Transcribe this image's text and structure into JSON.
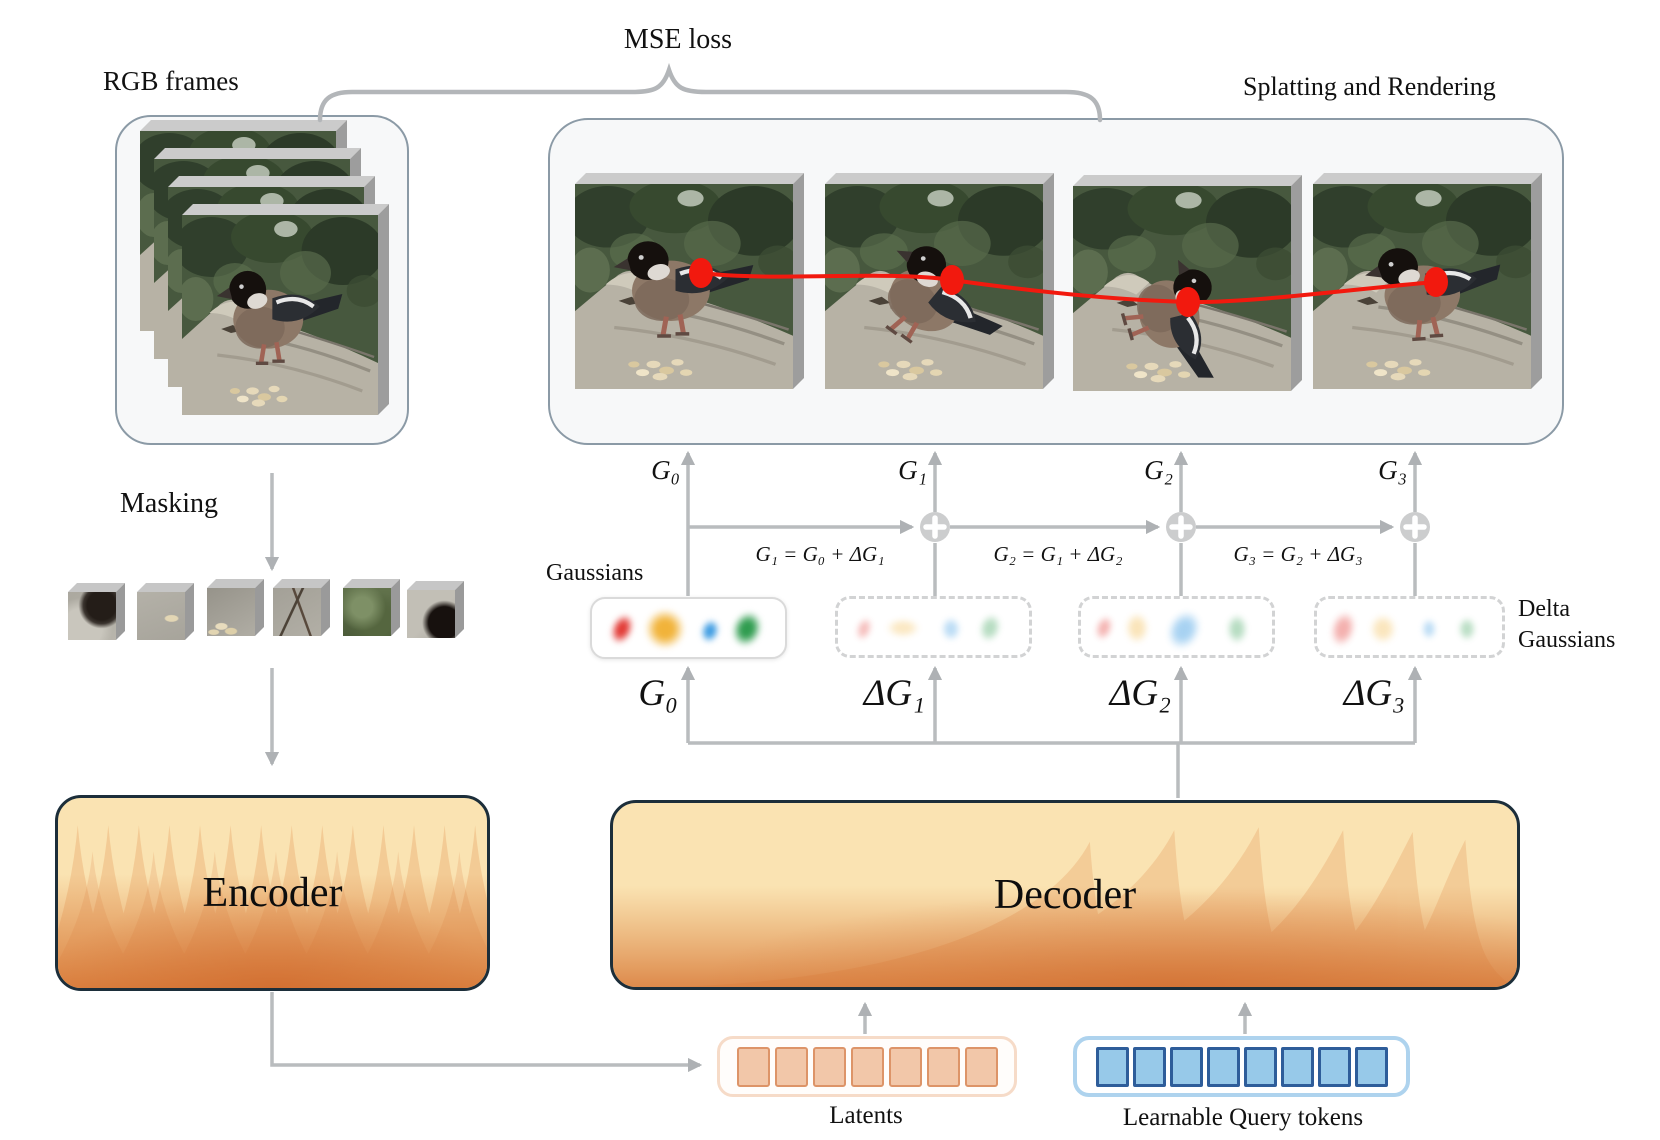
{
  "labels": {
    "rgb_frames": "RGB frames",
    "mse_loss": "MSE loss",
    "splatting": "Splatting and Rendering",
    "masking": "Masking",
    "gaussians": "Gaussians",
    "delta_gaussians_line1": "Delta",
    "delta_gaussians_line2": "Gaussians",
    "encoder": "Encoder",
    "decoder": "Decoder",
    "latents": "Latents",
    "query_tokens": "Learnable Query tokens"
  },
  "gaussian_flow": {
    "top_labels": [
      "G₀",
      "G₁",
      "G₂",
      "G₃"
    ],
    "equations": [
      "G₁ = G₀ + ΔG₁",
      "G₂ = G₁ + ΔG₂",
      "G₃ = G₂ + ΔG₃"
    ],
    "bottom_labels": [
      "G₀",
      "ΔG₁",
      "ΔG₂",
      "ΔG₃"
    ]
  },
  "tokens": {
    "latents_count": 7,
    "query_count": 8
  },
  "colors": {
    "gaussian_red": "#e23b36",
    "gaussian_yellow": "#f1b33a",
    "gaussian_blue": "#3e9ce2",
    "gaussian_green": "#2f9c4f",
    "trajectory_red": "#f2190e",
    "encoder_fill": "#fae3b2",
    "flame_orange": "#dd8a4a",
    "block_border": "#1c2e3a",
    "latent_square": "#f2c7a9",
    "latent_square_border": "#dd9468",
    "query_square": "#97c9e9",
    "query_square_border": "#2e5d9a",
    "connector_gray": "#b9bcbe",
    "panel_border": "#8b9aa6"
  }
}
